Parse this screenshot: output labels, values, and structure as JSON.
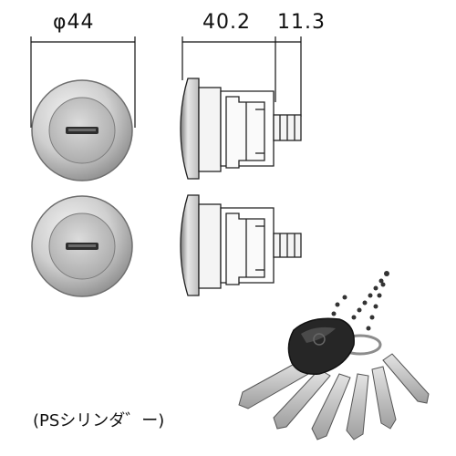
{
  "dimensions": {
    "diameter_label": "φ44",
    "length_label": "40.2",
    "tail_label": "11.3"
  },
  "caption": "(PSシリンダ゛ー)",
  "colors": {
    "metal_light": "#e6e6e6",
    "metal_mid": "#b9b9b9",
    "metal_dark": "#8a8a8a",
    "outline": "#333333",
    "key_fob": "#2a2a2a"
  },
  "icons": {
    "front_view": "cylinder-face-icon",
    "side_view": "cylinder-side-icon",
    "keys": "key-bundle-icon"
  }
}
